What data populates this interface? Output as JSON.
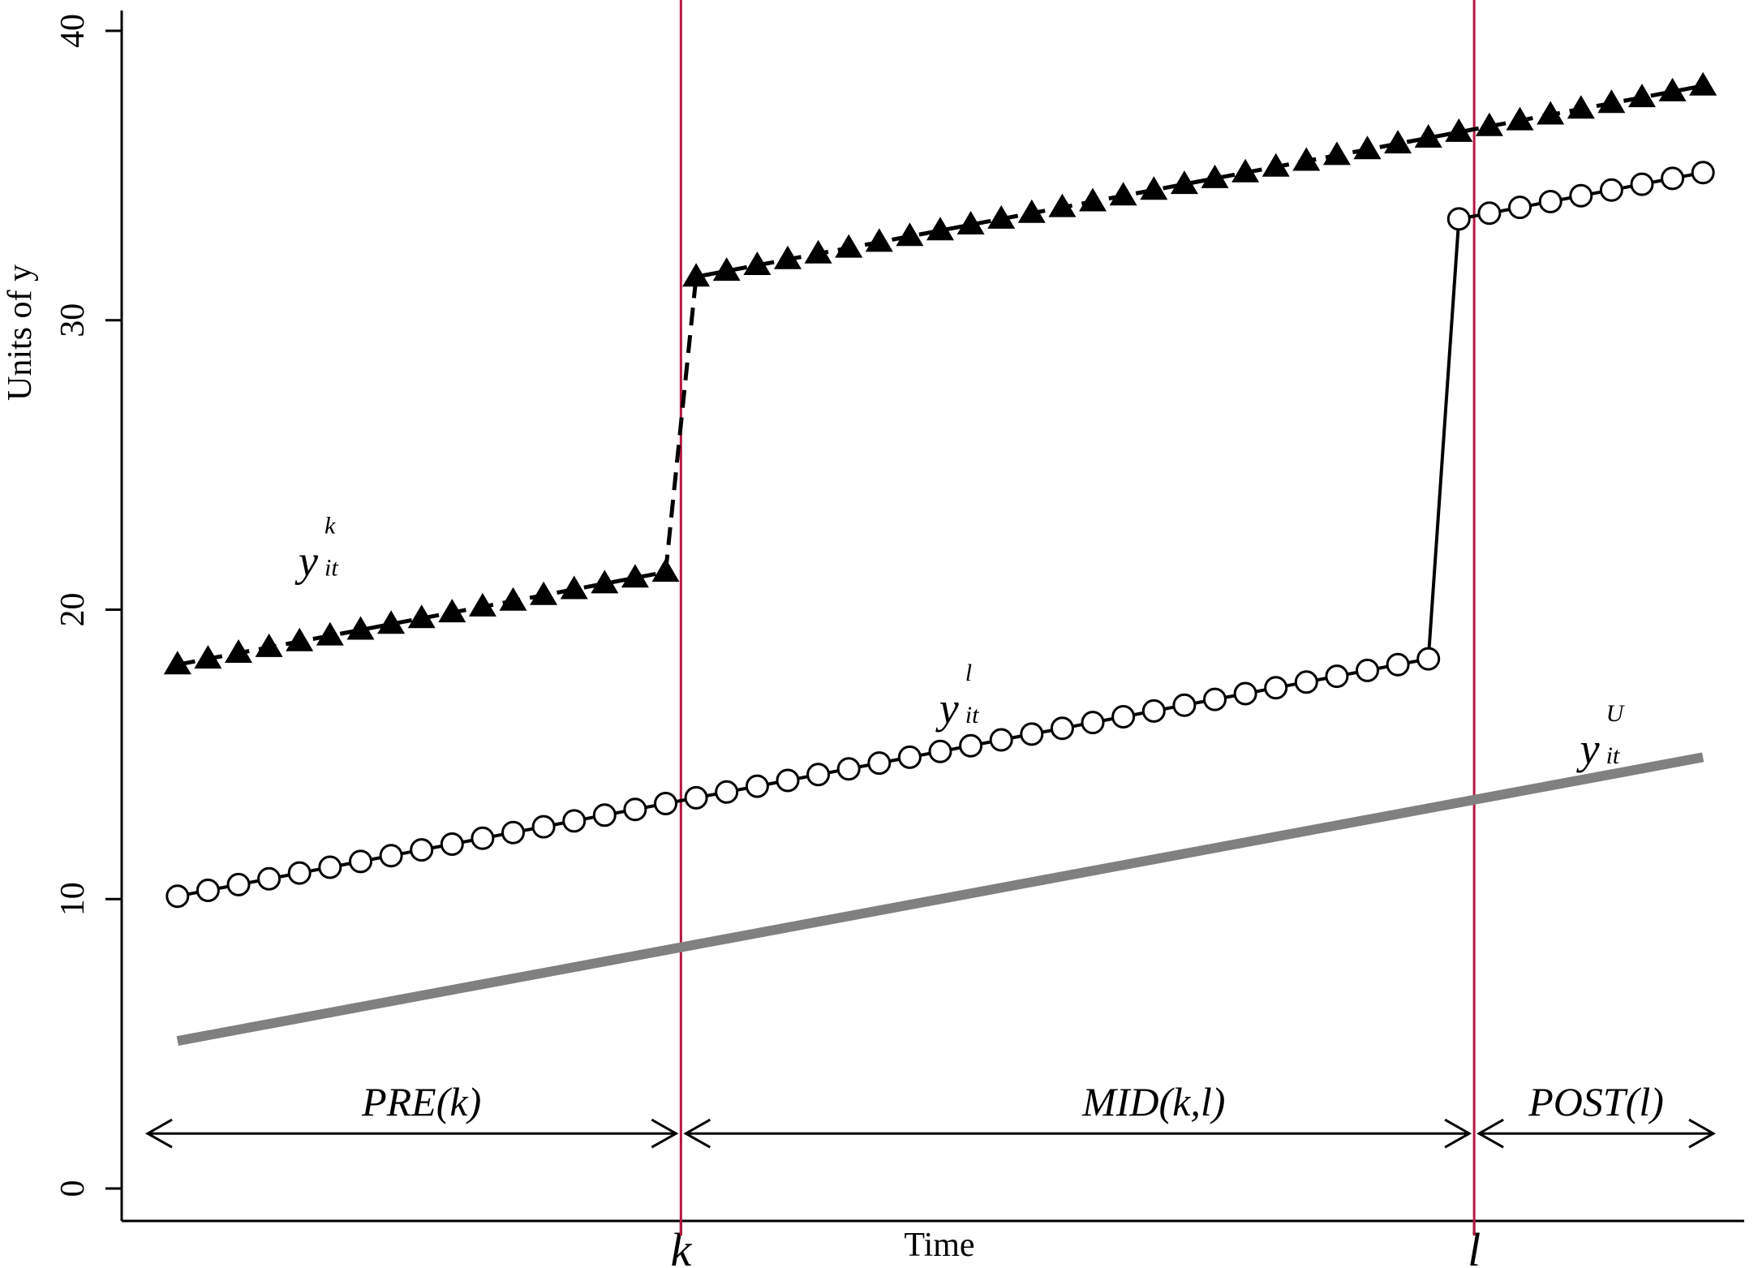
{
  "chart_data": {
    "type": "line",
    "title": "",
    "xlabel": "Time",
    "ylabel": "Units of y",
    "xlim": [
      -0.5,
      50.5
    ],
    "ylim": [
      0,
      40
    ],
    "yticks": [
      0,
      10,
      20,
      30,
      40
    ],
    "xticks": [
      {
        "label": "k",
        "x": 16.5
      },
      {
        "label": "l",
        "x": 42.5
      }
    ],
    "grid": false,
    "legend": "none",
    "vlines": [
      {
        "x": 16.5,
        "color": "#b5173f"
      },
      {
        "x": 42.5,
        "color": "#b5173f"
      }
    ],
    "series": [
      {
        "label_main": "y",
        "label_sup": "k",
        "label_sub": "it",
        "label_at": [
          4.5,
          21.8
        ],
        "marker": "triangle",
        "line": "dashed",
        "color": "#000000",
        "x": [
          0,
          1,
          2,
          3,
          4,
          5,
          6,
          7,
          8,
          9,
          10,
          11,
          12,
          13,
          14,
          15,
          16,
          17,
          18,
          19,
          20,
          21,
          22,
          23,
          24,
          25,
          26,
          27,
          28,
          29,
          30,
          31,
          32,
          33,
          34,
          35,
          36,
          37,
          38,
          39,
          40,
          41,
          42,
          43,
          44,
          45,
          46,
          47,
          48,
          49,
          50
        ],
        "y": [
          18.1,
          18.3,
          18.5,
          18.7,
          18.9,
          19.1,
          19.3,
          19.5,
          19.7,
          19.9,
          20.1,
          20.3,
          20.5,
          20.7,
          20.9,
          21.1,
          21.3,
          31.5,
          31.7,
          31.9,
          32.1,
          32.3,
          32.5,
          32.7,
          32.9,
          33.1,
          33.3,
          33.5,
          33.7,
          33.9,
          34.1,
          34.3,
          34.5,
          34.7,
          34.9,
          35.1,
          35.3,
          35.5,
          35.7,
          35.9,
          36.1,
          36.3,
          36.5,
          36.7,
          36.9,
          37.1,
          37.3,
          37.5,
          37.7,
          37.9,
          38.1
        ]
      },
      {
        "label_main": "y",
        "label_sup": "l",
        "label_sub": "it",
        "label_at": [
          25.5,
          16.7
        ],
        "marker": "circle",
        "line": "solid",
        "color": "#000000",
        "x": [
          0,
          1,
          2,
          3,
          4,
          5,
          6,
          7,
          8,
          9,
          10,
          11,
          12,
          13,
          14,
          15,
          16,
          17,
          18,
          19,
          20,
          21,
          22,
          23,
          24,
          25,
          26,
          27,
          28,
          29,
          30,
          31,
          32,
          33,
          34,
          35,
          36,
          37,
          38,
          39,
          40,
          41,
          42,
          43,
          44,
          45,
          46,
          47,
          48,
          49,
          50
        ],
        "y": [
          10.1,
          10.3,
          10.5,
          10.7,
          10.9,
          11.1,
          11.3,
          11.5,
          11.7,
          11.9,
          12.1,
          12.3,
          12.5,
          12.7,
          12.9,
          13.1,
          13.3,
          13.5,
          13.7,
          13.9,
          14.1,
          14.3,
          14.5,
          14.7,
          14.9,
          15.1,
          15.3,
          15.5,
          15.7,
          15.9,
          16.1,
          16.3,
          16.5,
          16.7,
          16.9,
          17.1,
          17.3,
          17.5,
          17.7,
          17.9,
          18.1,
          18.3,
          33.5,
          33.7,
          33.9,
          34.1,
          34.3,
          34.5,
          34.7,
          34.9,
          35.1
        ]
      },
      {
        "label_main": "y",
        "label_sup": "U",
        "label_sub": "it",
        "label_at": [
          46.5,
          15.3
        ],
        "marker": "none",
        "line": "thick",
        "color": "#808080",
        "x": [
          0,
          50
        ],
        "y": [
          5.1,
          14.9
        ]
      }
    ],
    "annotations": [
      {
        "text": "PRE(k)",
        "label_x": 8.0,
        "from": -0.5,
        "to": 16.5
      },
      {
        "text": "MID(k,l)",
        "label_x": 32.0,
        "from": 16.5,
        "to": 42.5
      },
      {
        "text": "POST(l)",
        "label_x": 46.5,
        "from": 42.5,
        "to": 50.5
      }
    ],
    "annotation_y": 1.9
  }
}
